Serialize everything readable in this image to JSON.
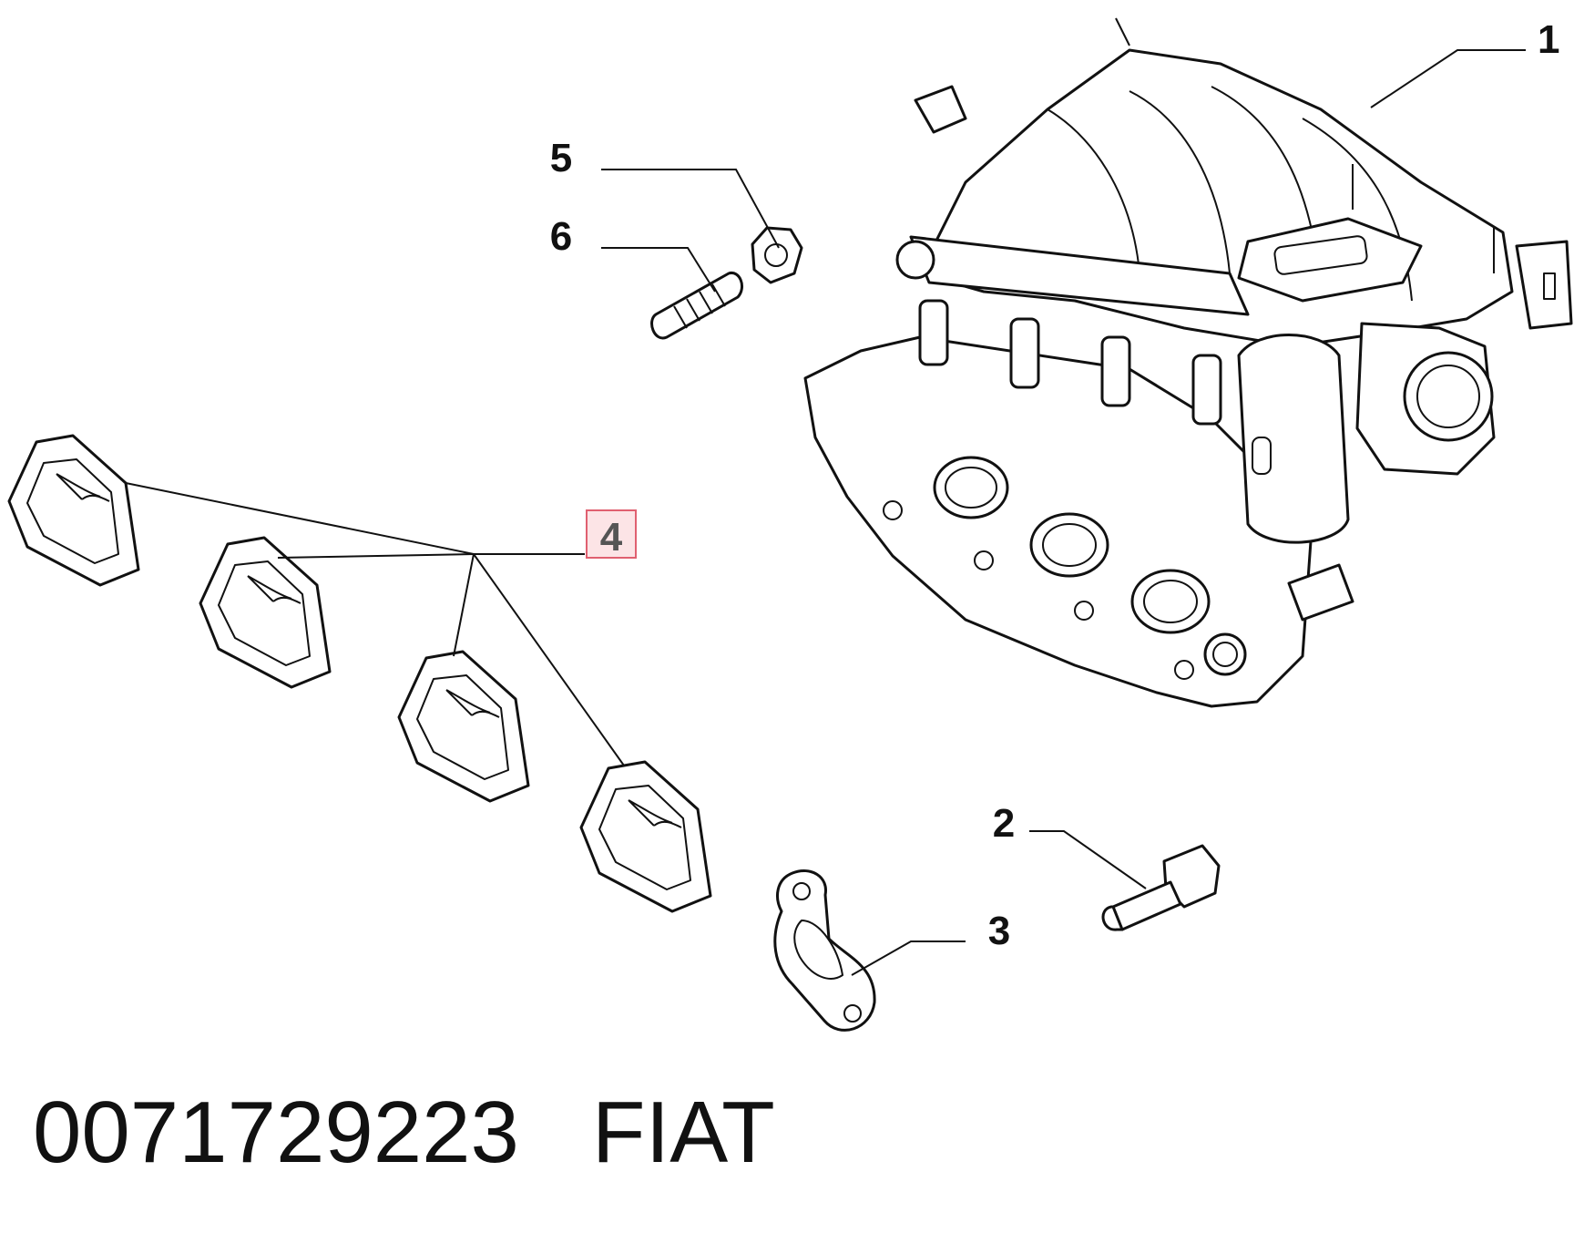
{
  "callouts": {
    "part_1": "1",
    "part_2": "2",
    "part_3": "3",
    "part_4": "4",
    "part_5": "5",
    "part_6": "6"
  },
  "highlighted_callout": "4",
  "highlight_color": "#e06070",
  "caption": {
    "part_number": "0071729223",
    "brand": "FIAT"
  }
}
